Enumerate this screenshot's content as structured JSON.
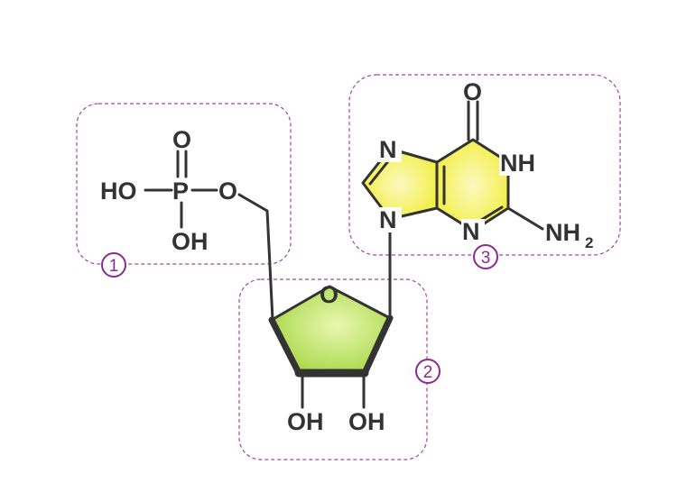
{
  "colors": {
    "sugar_fill": "#a8d84a",
    "base_fill": "#f3ee3a",
    "group_outline": "#9a4aa0",
    "badge": "#8a2b8f",
    "bond": "#333333"
  },
  "phosphate": {
    "ho": "HO",
    "p": "P",
    "o_double": "O",
    "o_ester": "O",
    "oh": "OH"
  },
  "sugar": {
    "ring_o": "O",
    "oh_left": "OH",
    "oh_right": "OH"
  },
  "base": {
    "o": "O",
    "n7": "N",
    "n9": "N",
    "n3": "N",
    "nh": "NH",
    "nh2": "NH",
    "nh2_subscript": "2"
  },
  "groups": [
    {
      "number": "1"
    },
    {
      "number": "2"
    },
    {
      "number": "3"
    }
  ]
}
